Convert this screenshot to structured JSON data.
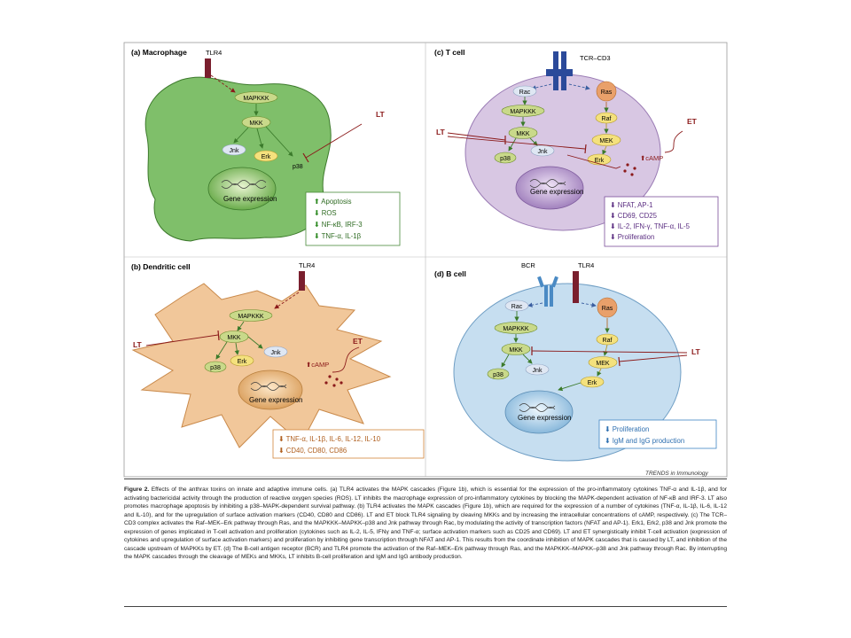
{
  "panels": {
    "a": {
      "title": "(a) Macrophage",
      "receptor": "TLR4",
      "nodes": {
        "mapkkk": "MAPKKK",
        "mkk": "MKK",
        "jnk": "Jnk",
        "erk": "Erk",
        "p38": "p38"
      },
      "lt": "LT",
      "gene": "Gene expression",
      "effects": [
        {
          "arrow": "up",
          "text": "Apoptosis"
        },
        {
          "arrow": "down",
          "text": "ROS"
        },
        {
          "arrow": "down",
          "text": "NF-κB, IRF-3"
        },
        {
          "arrow": "down",
          "text": "TNF-α, IL-1β"
        }
      ]
    },
    "b": {
      "title": "(b) Dendritic cell",
      "receptor": "TLR4",
      "nodes": {
        "mapkkk": "MAPKKK",
        "mkk": "MKK",
        "jnk": "Jnk",
        "erk": "Erk",
        "p38": "p38"
      },
      "lt": "LT",
      "et": "ET",
      "camp": "cAMP",
      "gene": "Gene expression",
      "effects": [
        {
          "arrow": "down",
          "text": "TNF-α, IL-1β, IL-6, IL-12, IL-10"
        },
        {
          "arrow": "down",
          "text": "CD40, CD80, CD86"
        }
      ]
    },
    "c": {
      "title": "(c) T cell",
      "receptor": "TCR–CD3",
      "nodes": {
        "rac": "Rac",
        "ras": "Ras",
        "mapkkk": "MAPKKK",
        "raf": "Raf",
        "mkk": "MKK",
        "mek": "MEK",
        "p38": "p38",
        "jnk": "Jnk",
        "erk": "Erk"
      },
      "lt": "LT",
      "et": "ET",
      "camp": "cAMP",
      "gene": "Gene expression",
      "effects": [
        {
          "arrow": "down",
          "text": "NFAT, AP-1"
        },
        {
          "arrow": "down",
          "text": "CD69, CD25"
        },
        {
          "arrow": "down",
          "text": "IL-2, IFN-γ, TNF-α, IL-5"
        },
        {
          "arrow": "down",
          "text": "Proliferation"
        }
      ]
    },
    "d": {
      "title": "(d) B cell",
      "receptors": [
        "BCR",
        "TLR4"
      ],
      "nodes": {
        "rac": "Rac",
        "ras": "Ras",
        "mapkkk": "MAPKKK",
        "raf": "Raf",
        "mkk": "MKK",
        "mek": "MEK",
        "p38": "p38",
        "jnk": "Jnk",
        "erk": "Erk"
      },
      "lt": "LT",
      "gene": "Gene expression",
      "effects": [
        {
          "arrow": "down",
          "text": "Proliferation"
        },
        {
          "arrow": "down",
          "text": "IgM and IgG production"
        }
      ]
    }
  },
  "credit": "TRENDS in Immunology",
  "caption": {
    "label": "Figure 2.",
    "text": "Effects of the anthrax toxins on innate and adaptive immune cells. (a) TLR4 activates the MAPK cascades (Figure 1b), which is essential for the expression of the pro-inflammatory cytokines TNF-α and IL-1β, and for activating bactericidal activity through the production of reactive oxygen species (ROS). LT inhibits the macrophage expression of pro-inflammatory cytokines by blocking the MAPK-dependent activation of NF-κB and IRF-3. LT also promotes macrophage apoptosis by inhibiting a p38–MAPK-dependent survival pathway. (b) TLR4 activates the MAPK cascades (Figure 1b), which are required for the expression of a number of cytokines (TNF-α, IL-1β, IL-6, IL-12 and IL-10), and for the upregulation of surface activation markers (CD40, CD80 and CD86). LT and ET block TLR4 signaling by cleaving MKKs and by increasing the intracellular concentrations of cAMP, respectively. (c) The TCR–CD3 complex activates the Raf–MEK–Erk pathway through Ras, and the MAPKKK–MAPKK–p38 and Jnk pathway through Rac, by modulating the activity of transcription factors (NFAT and AP-1). Erk1, Erk2, p38 and Jnk promote the expression of genes implicated in T-cell activation and proliferation (cytokines such as IL-2, IL-5, IFNγ and TNF-α; surface activation markers such as CD25 and CD69). LT and ET synergistically inhibit T-cell activation (expression of cytokines and upregulation of surface activation markers) and proliferation by inhibiting gene transcription through NFAT and AP-1. This results from the coordinate inhibition of MAPK cascades that is caused by LT, and inhibition of the cascade upstream of MAPKKs by ET. (d) The B-cell antigen receptor (BCR) and TLR4 promote the activation of the Raf–MEK–Erk pathway through Ras, and the MAPKKK–MAPKK–p38 and Jnk pathway through Rac. By interrupting the MAPK cascades through the cleavage of MEKs and MKKs, LT inhibits B-cell proliferation and IgM and IgG antibody production."
  },
  "colors": {
    "macrophage": "#7fbf6a",
    "dendritic": "#f1c79a",
    "tcell": "#d8c7e3",
    "bcell": "#c6def0",
    "node": "#c9d98a",
    "toxin": "#8b1a1a"
  }
}
